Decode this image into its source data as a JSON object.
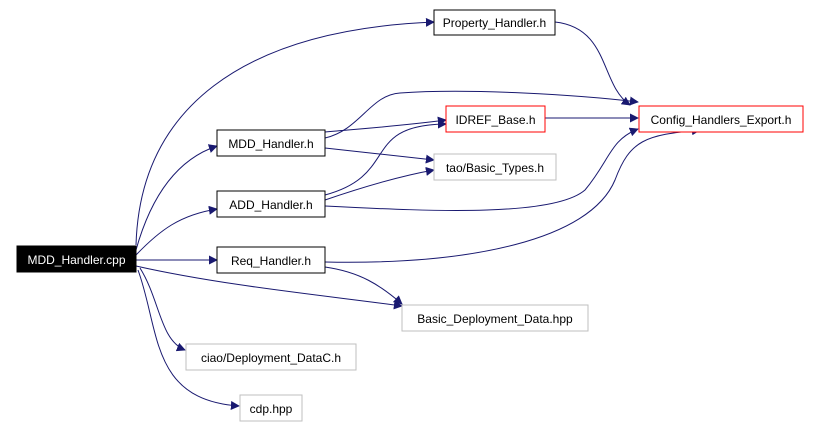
{
  "colors": {
    "edge": "#191970",
    "border_default": "#000000",
    "border_external": "#bfbfbf",
    "border_highlight": "#ff0000",
    "root_fill": "#000000",
    "root_text": "#ffffff",
    "label_text": "#000000"
  },
  "nodes": {
    "mdd_handler_cpp": {
      "label": "MDD_Handler.cpp",
      "style": "root"
    },
    "property_handler_h": {
      "label": "Property_Handler.h",
      "style": "default"
    },
    "config_handlers_export_h": {
      "label": "Config_Handlers_Export.h",
      "style": "highlight"
    },
    "idref_base_h": {
      "label": "IDREF_Base.h",
      "style": "highlight"
    },
    "mdd_handler_h": {
      "label": "MDD_Handler.h",
      "style": "default"
    },
    "tao_basic_types_h": {
      "label": "tao/Basic_Types.h",
      "style": "external"
    },
    "add_handler_h": {
      "label": "ADD_Handler.h",
      "style": "default"
    },
    "req_handler_h": {
      "label": "Req_Handler.h",
      "style": "default"
    },
    "basic_deployment_data_hpp": {
      "label": "Basic_Deployment_Data.hpp",
      "style": "external"
    },
    "ciao_deployment_datac_h": {
      "label": "ciao/Deployment_DataC.h",
      "style": "external"
    },
    "cdp_hpp": {
      "label": "cdp.hpp",
      "style": "external"
    }
  },
  "edges": [
    {
      "from": "mdd_handler_cpp",
      "to": "property_handler_h"
    },
    {
      "from": "mdd_handler_cpp",
      "to": "mdd_handler_h"
    },
    {
      "from": "mdd_handler_cpp",
      "to": "add_handler_h"
    },
    {
      "from": "mdd_handler_cpp",
      "to": "req_handler_h"
    },
    {
      "from": "mdd_handler_cpp",
      "to": "basic_deployment_data_hpp"
    },
    {
      "from": "mdd_handler_cpp",
      "to": "ciao_deployment_datac_h"
    },
    {
      "from": "mdd_handler_cpp",
      "to": "cdp_hpp"
    },
    {
      "from": "property_handler_h",
      "to": "config_handlers_export_h"
    },
    {
      "from": "mdd_handler_h",
      "to": "config_handlers_export_h"
    },
    {
      "from": "mdd_handler_h",
      "to": "idref_base_h"
    },
    {
      "from": "mdd_handler_h",
      "to": "tao_basic_types_h"
    },
    {
      "from": "add_handler_h",
      "to": "idref_base_h"
    },
    {
      "from": "add_handler_h",
      "to": "tao_basic_types_h"
    },
    {
      "from": "add_handler_h",
      "to": "config_handlers_export_h"
    },
    {
      "from": "idref_base_h",
      "to": "config_handlers_export_h"
    },
    {
      "from": "req_handler_h",
      "to": "config_handlers_export_h"
    },
    {
      "from": "req_handler_h",
      "to": "basic_deployment_data_hpp"
    }
  ]
}
